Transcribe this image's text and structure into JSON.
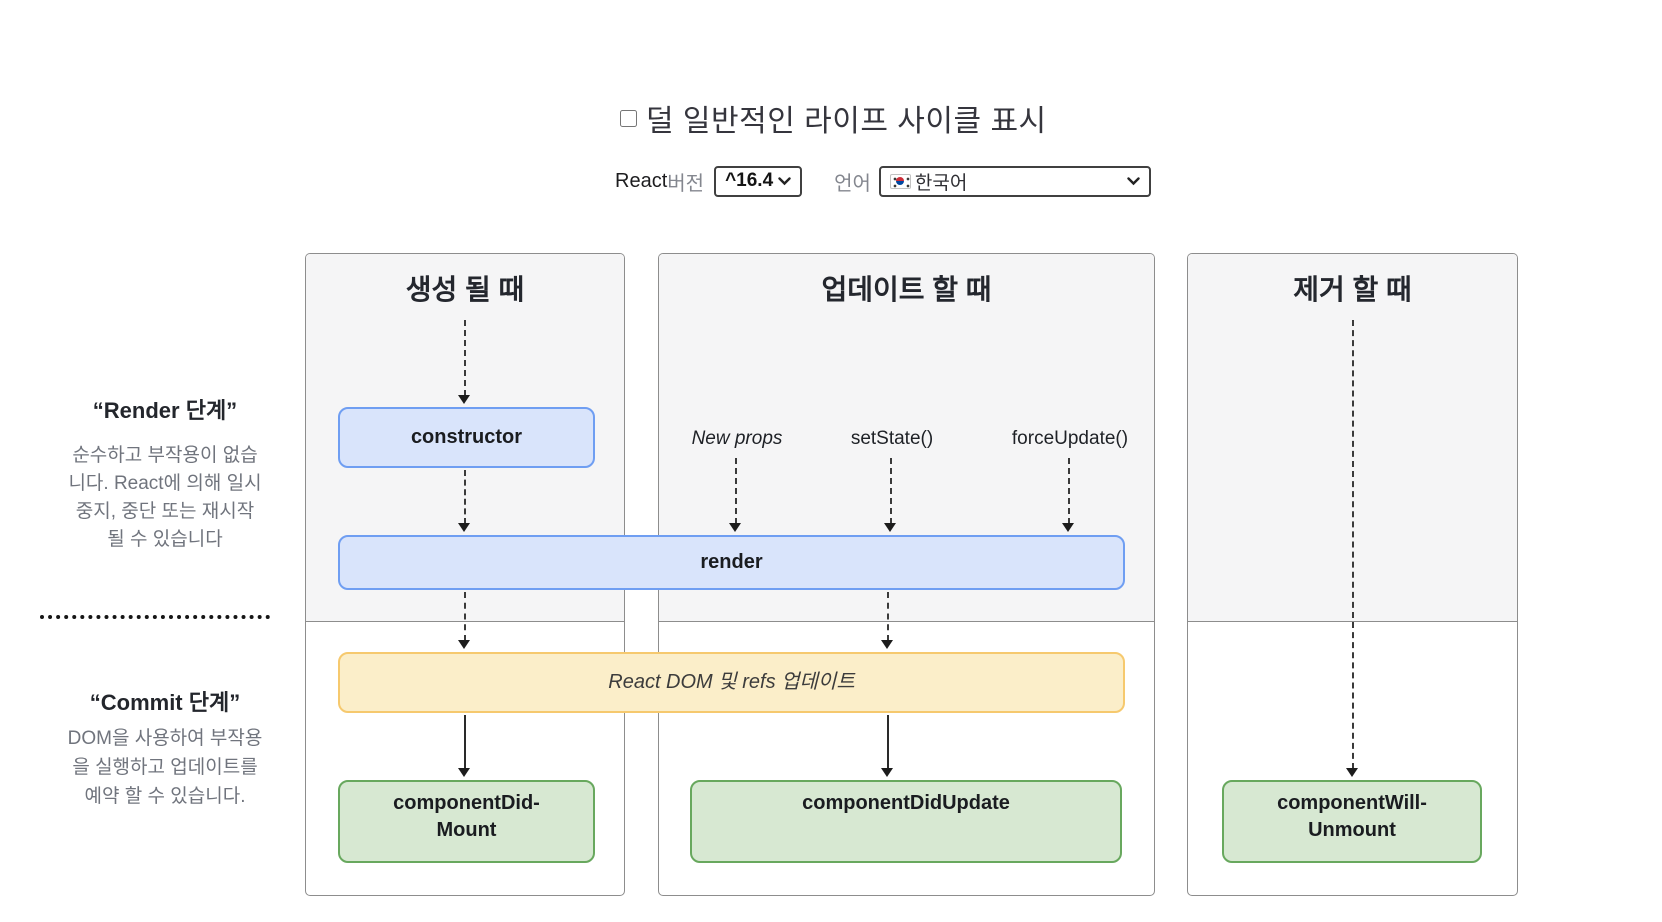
{
  "header": {
    "title": "덜 일반적인 라이프 사이클 표시",
    "react_label": "React",
    "version_label": "버전",
    "version_value": "^16.4",
    "language_label": "언어",
    "language_flag_icon": "kr-flag",
    "language_value": "한국어"
  },
  "phases": {
    "render": {
      "title": "“Render 단계”",
      "lines": [
        "순수하고 부작용이 없습",
        "니다. React에 의해 일시",
        "중지, 중단 또는 재시작",
        "될 수 있습니다"
      ]
    },
    "commit": {
      "title": "“Commit 단계”",
      "lines": [
        "DOM을 사용하여 부작용",
        "을 실행하고 업데이트를",
        "예약 할 수 있습니다."
      ]
    }
  },
  "columns": {
    "mounting": "생성 될 때",
    "updating": "업데이트 할 때",
    "unmounting": "제거 할 때"
  },
  "triggers": {
    "new_props": "New props",
    "set_state": "setState()",
    "force_update": "forceUpdate()"
  },
  "methods": {
    "constructor": "constructor",
    "render": "render",
    "react_dom_update": "React DOM 및 refs 업데이트",
    "component_did_mount_lines": [
      "componentDid-",
      "Mount"
    ],
    "component_did_update": "componentDidUpdate",
    "component_will_unmount_lines": [
      "componentWill-",
      "Unmount"
    ]
  },
  "colors": {
    "blue-fill": "#d9e4fb",
    "blue-border": "#6f9ef2",
    "orange-fill": "#fbeec9",
    "orange-border": "#f6c96e",
    "green-fill": "#d7e8d2",
    "green-border": "#68a85e",
    "phase-bg": "#f5f5f6",
    "flag-red": "#cd2e3a",
    "flag-blue": "#0047a0"
  }
}
